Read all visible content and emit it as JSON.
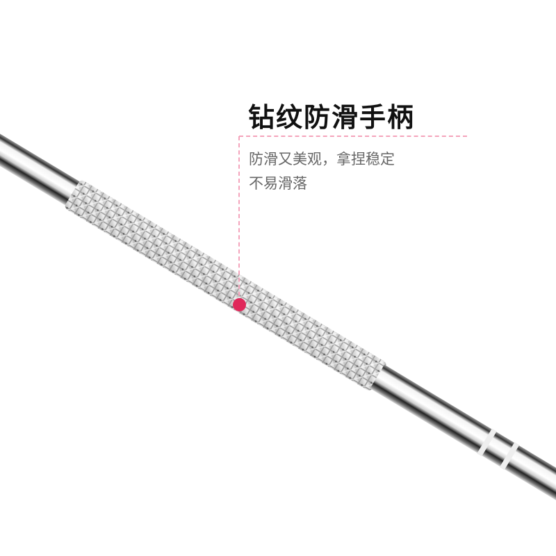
{
  "feature": {
    "title": "钻纹防滑手柄",
    "description_lines": [
      "防滑又美观，拿捏稳定",
      "不易滑落"
    ]
  },
  "colors": {
    "accent_dot": "#e0285a",
    "guide_line": "#f4a3bb",
    "title_text": "#111111",
    "description_text": "#666666"
  },
  "product": {
    "name": "stainless-steel-tool-handle",
    "texture": "diamond-knurled grip"
  }
}
